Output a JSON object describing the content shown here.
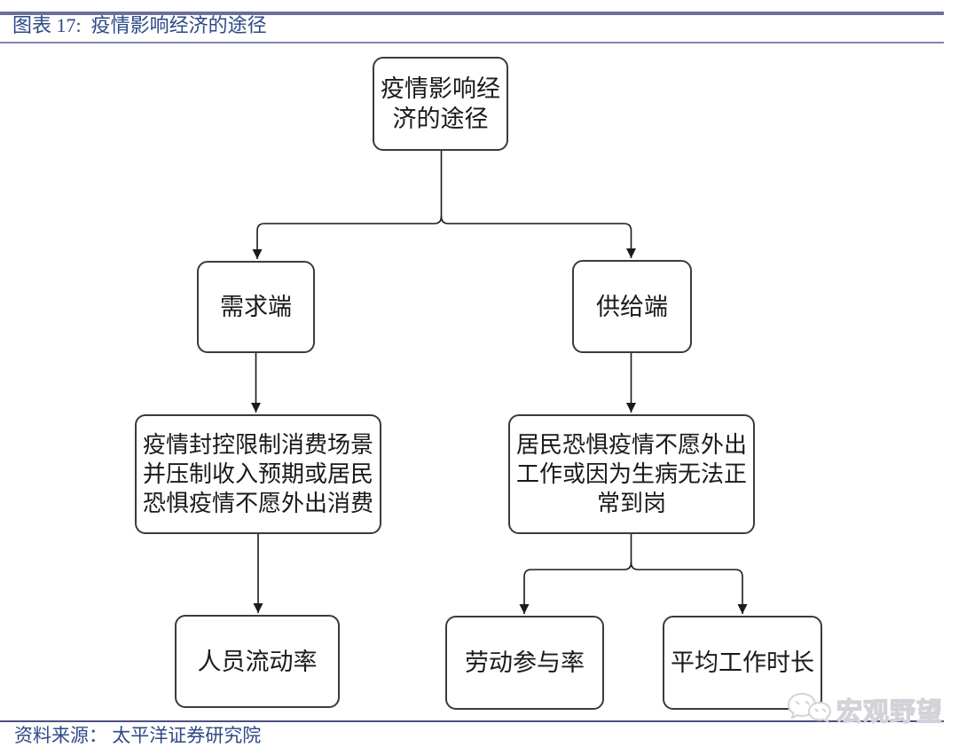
{
  "figure": {
    "title": "图表 17:  疫情影响经济的途径",
    "source": "资料来源： 太平洋证券研究院",
    "watermark": "宏观野望",
    "watermark_icon": "wechat-chat-bubbles-icon"
  },
  "flowchart": {
    "type": "top-down tree",
    "root": "疫情影响经\n济的途径",
    "demand": "需求端",
    "supply": "供给端",
    "demand_detail": "疫情封控限制消费场景\n并压制收入预期或居民\n恐惧疫情不愿外出消费",
    "supply_detail": "居民恐惧疫情不愿外出\n工作或因为生病无法正\n常到岗",
    "mobility": "人员流动率",
    "participation": "劳动参与率",
    "work_hours": "平均工作时长"
  },
  "colors": {
    "title_text": "#2E4A86",
    "top_rule": "#6D6D9E",
    "title_rule": "#8585B0",
    "bottom_rule": "#4A5080",
    "box_border": "#3B3B3B",
    "box_text": "#1A1A1A",
    "connector": "#1A1A1A",
    "watermark_stroke": "#D2D2D8"
  }
}
